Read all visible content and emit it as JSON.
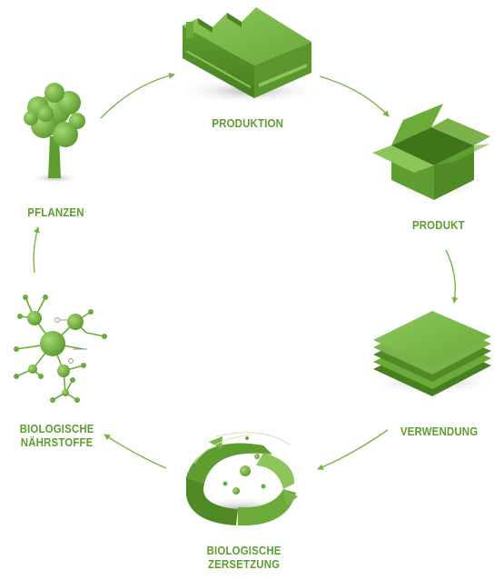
{
  "colors": {
    "accent": "#6aab3a",
    "accent_dark": "#4f8a24",
    "accent_light": "#8cc65a",
    "label": "#5c9e2f",
    "arrow": "#7cb24a",
    "shadow": "#bdbdbd"
  },
  "stages": {
    "produktion": {
      "label": "PRODUKTION",
      "icon": "factory-icon"
    },
    "produkt": {
      "label": "PRODUKT",
      "icon": "box-icon"
    },
    "verwendung": {
      "label": "VERWENDUNG",
      "icon": "stacked-sheets-icon"
    },
    "zersetzung": {
      "line1": "BIOLOGISCHE",
      "line2": "ZERSETZUNG",
      "icon": "decomposition-cycle-icon"
    },
    "naehrstoffe": {
      "line1": "BIOLOGISCHE",
      "line2": "NÄHRSTOFFE",
      "icon": "molecule-network-icon"
    },
    "pflanzen": {
      "label": "PFLANZEN",
      "icon": "tree-icon"
    }
  }
}
